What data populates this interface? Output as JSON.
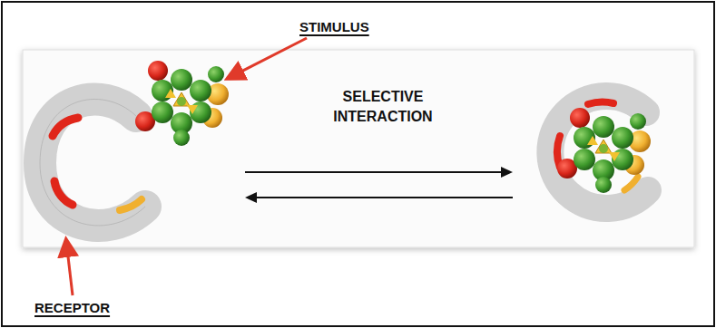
{
  "diagram": {
    "labels": [
      "STIMULUS",
      "SELECTIVE INTERACTION",
      "RECEPTOR"
    ]
  }
}
